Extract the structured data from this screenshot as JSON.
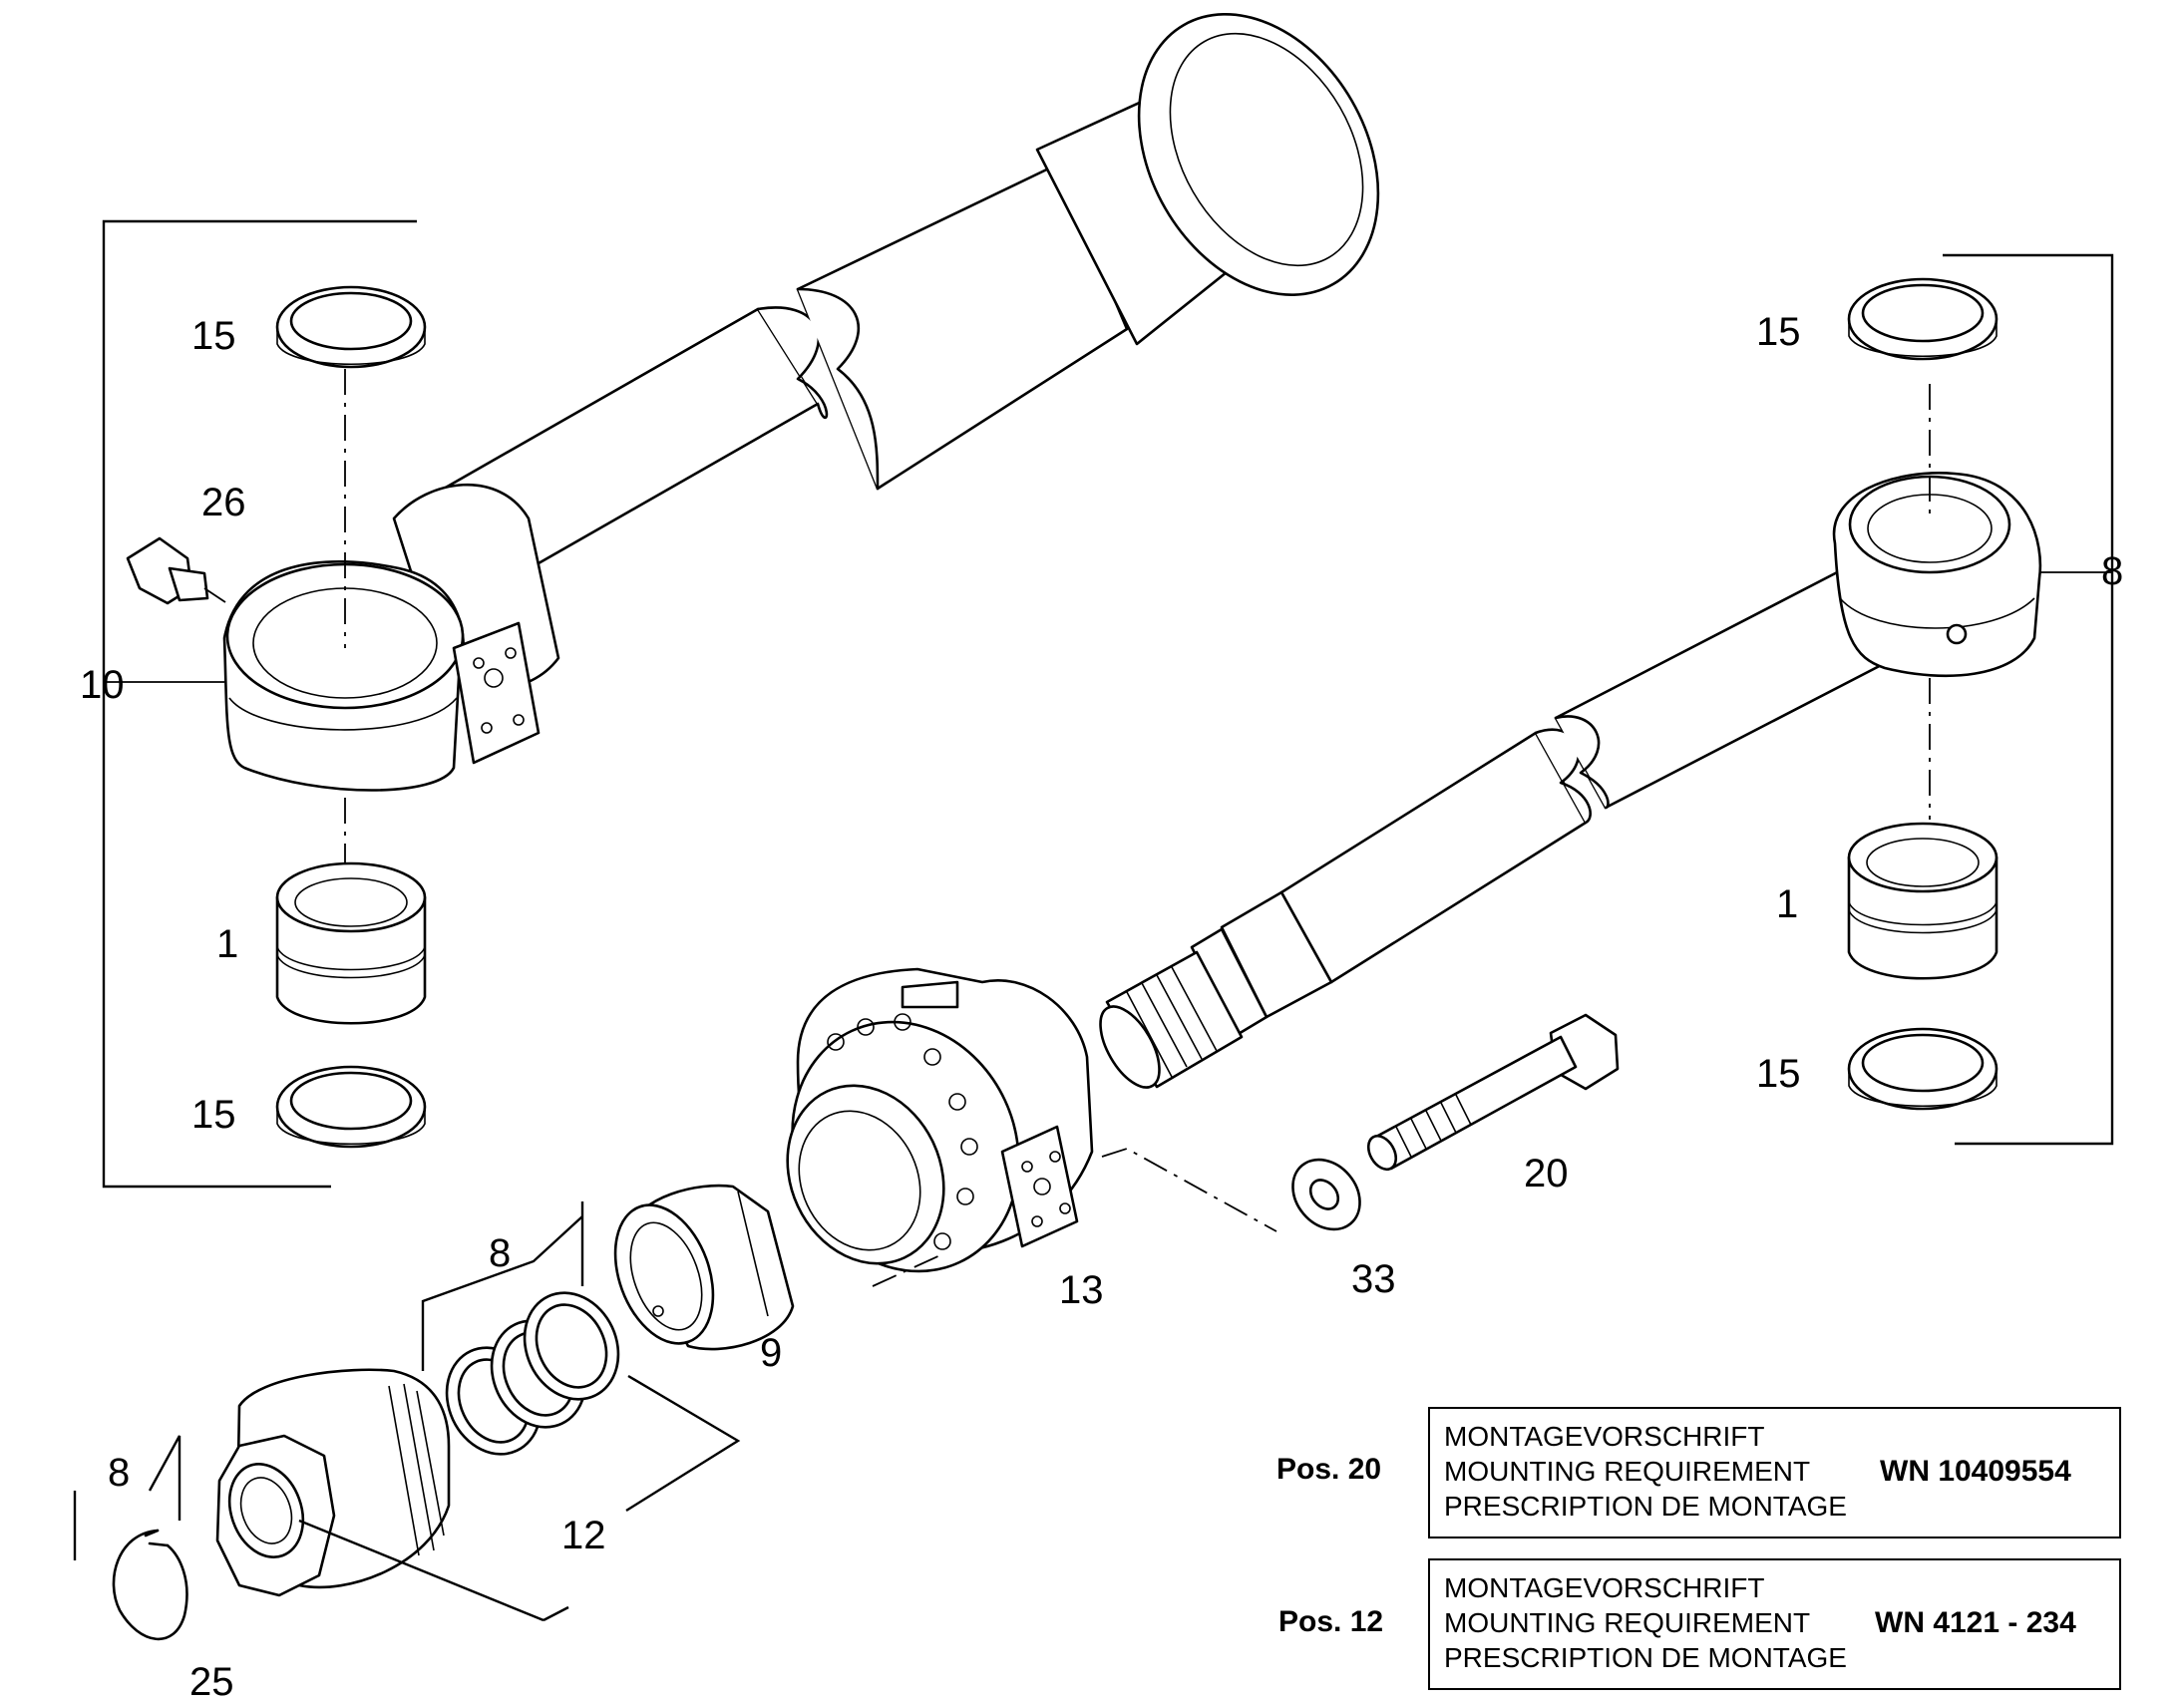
{
  "callouts": {
    "l15a": "15",
    "l26": "26",
    "l10": "10",
    "l1a": "1",
    "l15b": "15",
    "r15a": "15",
    "r8": "8",
    "r1": "1",
    "r15b": "15",
    "n20": "20",
    "n33": "33",
    "n13": "13",
    "n9": "9",
    "n8a": "8",
    "n12": "12",
    "n8b": "8",
    "n25": "25"
  },
  "requirements": [
    {
      "pos": "Pos. 20",
      "lines": [
        "MONTAGEVORSCHRIFT",
        "MOUNTING REQUIREMENT",
        "PRESCRIPTION DE MONTAGE"
      ],
      "code": "WN 10409554"
    },
    {
      "pos": "Pos. 12",
      "lines": [
        "MONTAGEVORSCHRIFT",
        "MOUNTING REQUIREMENT",
        "PRESCRIPTION DE MONTAGE"
      ],
      "code": "WN 4121 - 234"
    }
  ],
  "colors": {
    "line": "#000000",
    "background": "#ffffff"
  }
}
